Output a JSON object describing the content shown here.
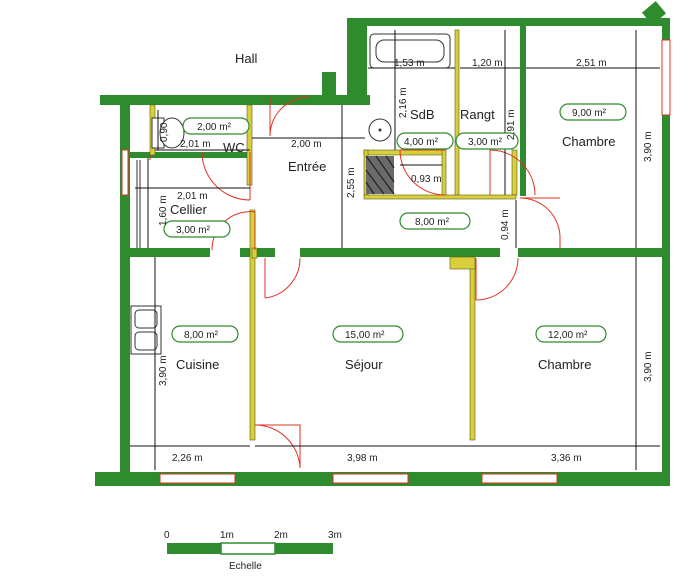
{
  "hall_label": "Hall",
  "rooms": {
    "wc": {
      "name": "WC",
      "area": "2,00 m²"
    },
    "entree": {
      "name": "Entrée"
    },
    "sdb": {
      "name": "SdB",
      "area": "4,00 m²"
    },
    "rangt": {
      "name": "Rangt",
      "area": "3,00 m²"
    },
    "chambre1": {
      "name": "Chambre",
      "area": "9,00 m²"
    },
    "cellier": {
      "name": "Cellier",
      "area": "3,00 m²"
    },
    "degagement": {
      "area": "8,00 m²"
    },
    "cuisine": {
      "name": "Cuisine",
      "area": "8,00 m²"
    },
    "sejour": {
      "name": "Séjour",
      "area": "15,00 m²"
    },
    "chambre2": {
      "name": "Chambre",
      "area": "12,00 m²"
    }
  },
  "dimensions": {
    "sdb_width": "1,53 m",
    "rangt_width": "1,20 m",
    "chambre1_width": "2,51 m",
    "sdb_height": "2,16 m",
    "rangt_height": "2,91 m",
    "chambre1_height": "3,90 m",
    "wc_width": "2,01 m",
    "wc_height": "0,90",
    "entree_width": "2,00 m",
    "entree_height": "2,55 m",
    "closet_width": "0,93 m",
    "cellier_width": "2,01 m",
    "cellier_height": "1,60 m",
    "passage_width": "0,94 m",
    "cuisine_width": "2,26 m",
    "cuisine_height": "3,90 m",
    "sejour_width": "3,98 m",
    "chambre2_width": "3,36 m",
    "chambre2_height": "3,90 m"
  },
  "scale": {
    "ticks": [
      "0",
      "1m",
      "2m",
      "3m"
    ],
    "label": "Echelle"
  }
}
